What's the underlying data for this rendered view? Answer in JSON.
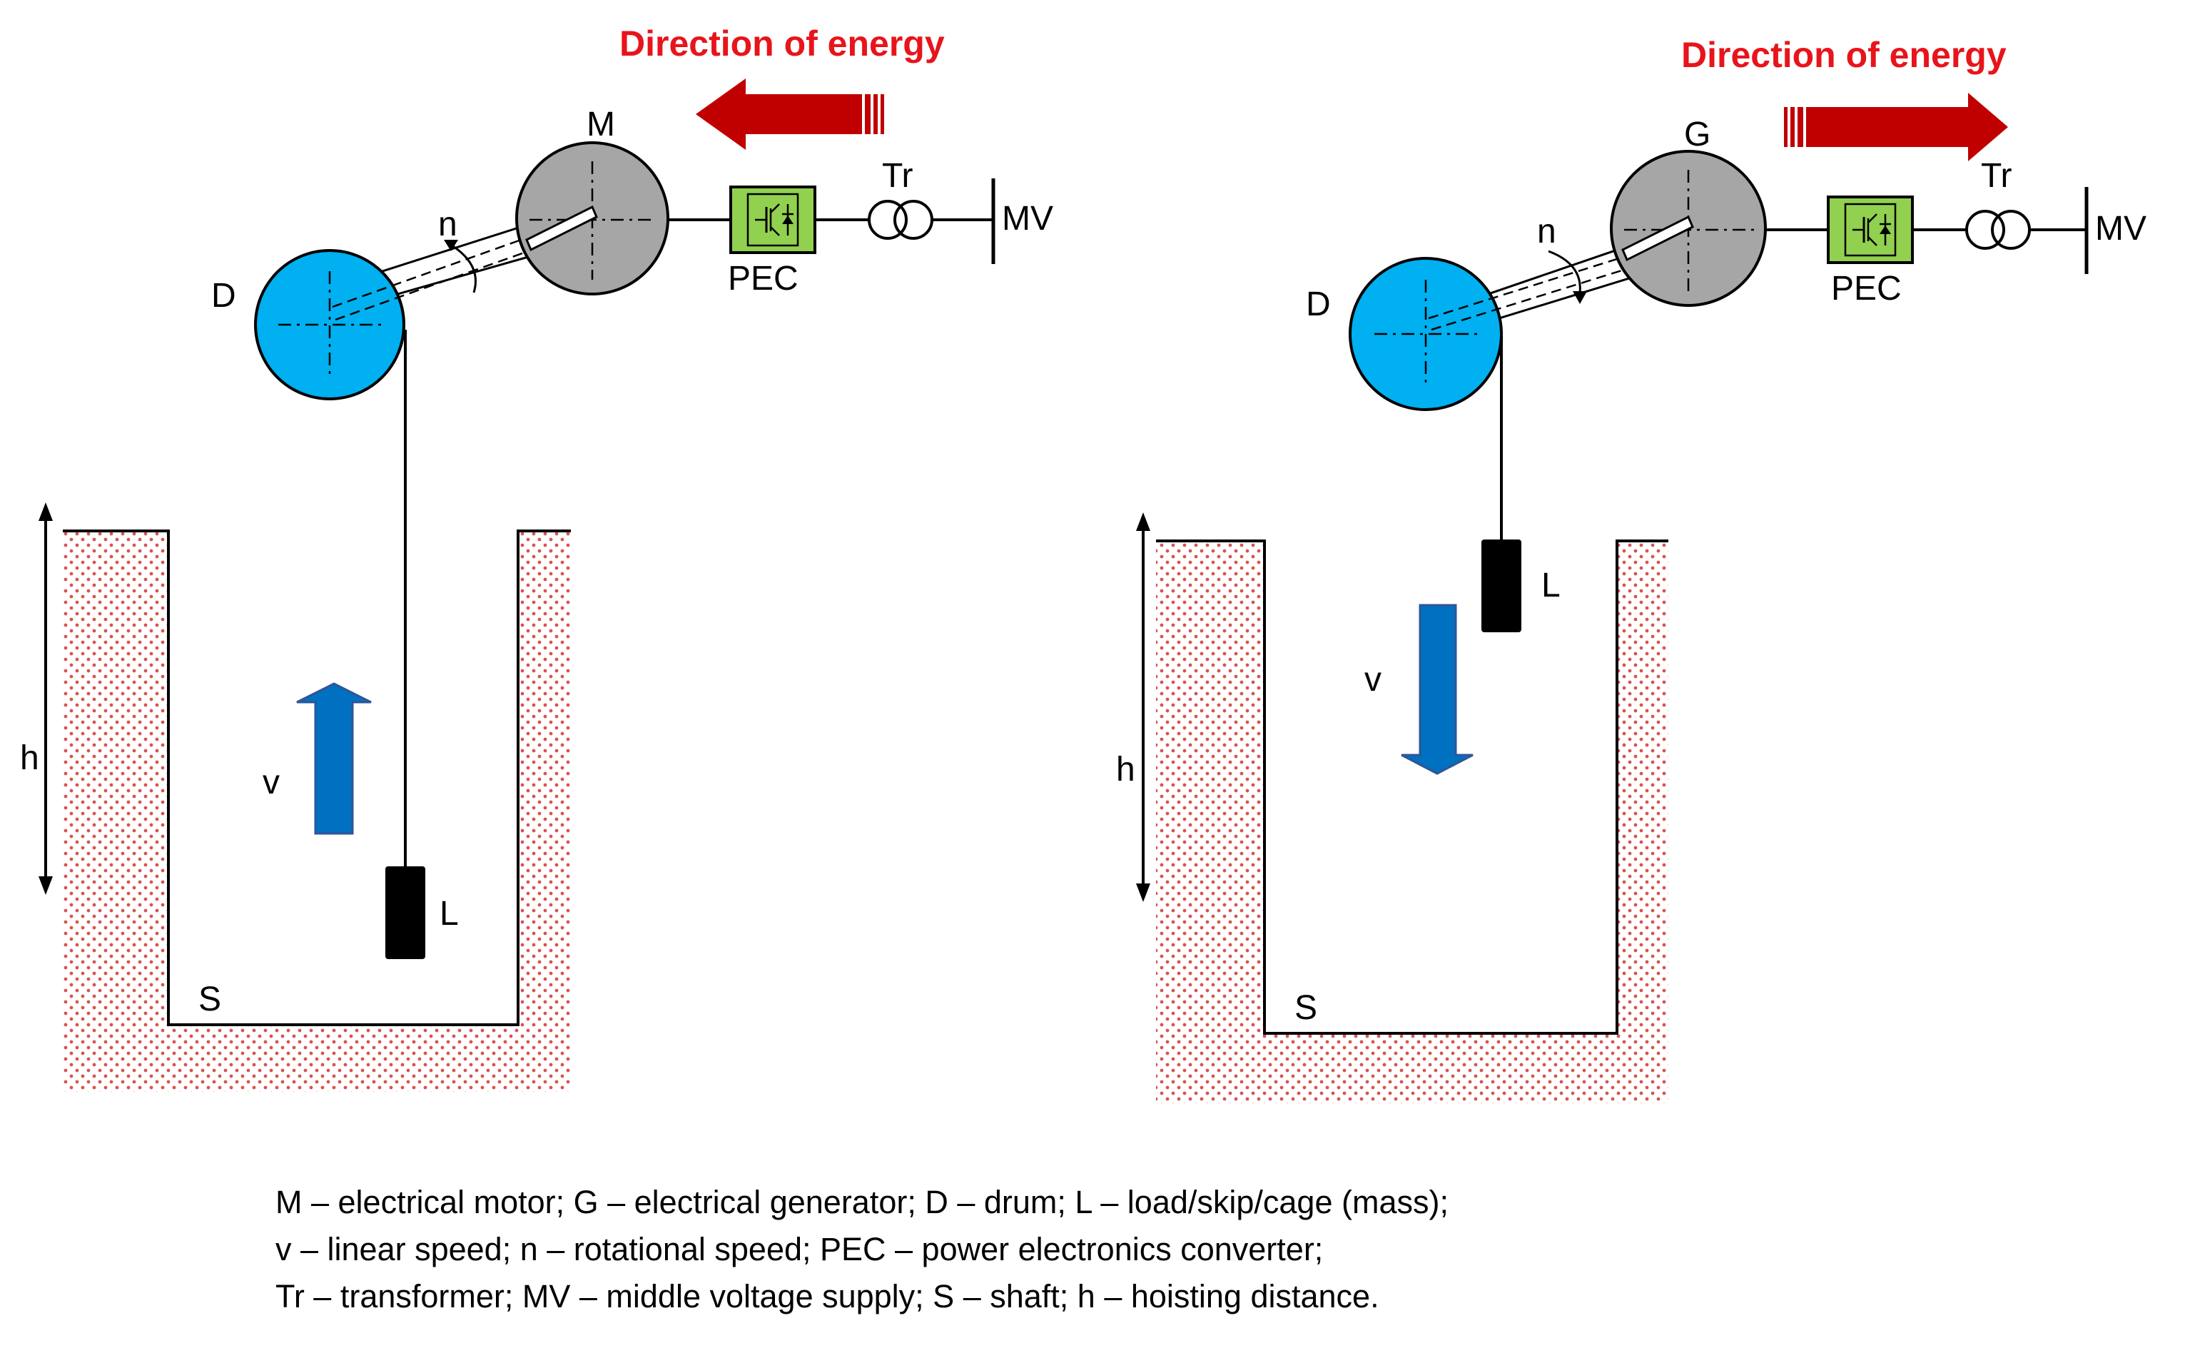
{
  "colors": {
    "energy_arrow": "#c00000",
    "title_text": "#e8141b",
    "drum": "#00b0f0",
    "machine": "#a6a6a6",
    "pec": "#92d050",
    "speed_arrow": "#0070c0",
    "load": "#000000",
    "ground_dots": "#d9534f"
  },
  "left_panel": {
    "title": "Direction of energy",
    "energy_arrow_direction": "left",
    "machine_label": "M",
    "drum_label": "D",
    "rot_speed_label": "n",
    "pec_label": "PEC",
    "transformer_label": "Tr",
    "supply_label": "MV",
    "height_label": "h",
    "speed_label": "v",
    "speed_arrow_direction": "up",
    "load_label": "L",
    "shaft_label": "S"
  },
  "right_panel": {
    "title": "Direction of energy",
    "energy_arrow_direction": "right",
    "machine_label": "G",
    "drum_label": "D",
    "rot_speed_label": "n",
    "pec_label": "PEC",
    "transformer_label": "Tr",
    "supply_label": "MV",
    "height_label": "h",
    "speed_label": "v",
    "speed_arrow_direction": "down",
    "load_label": "L",
    "shaft_label": "S"
  },
  "legend": [
    "M – electrical motor; G – electrical generator; D – drum; L – load/skip/cage (mass);",
    "v – linear speed; n – rotational speed; PEC – power electronics converter;",
    "Tr – transformer; MV – middle voltage supply; S – shaft; h – hoisting distance."
  ]
}
